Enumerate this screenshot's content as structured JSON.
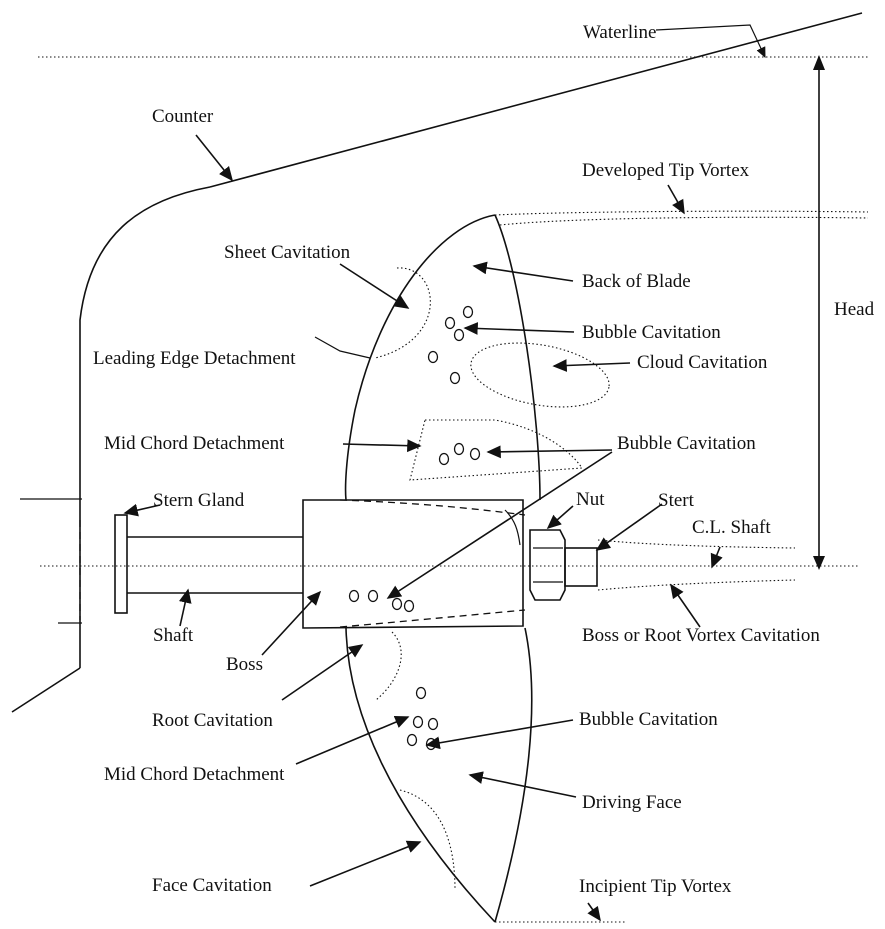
{
  "labels": {
    "waterline": "Waterline",
    "counter": "Counter",
    "developed_tip_vortex": "Developed Tip Vortex",
    "sheet_cavitation": "Sheet Cavitation",
    "back_of_blade": "Back of Blade",
    "head": "Head",
    "bubble_cavitation_upper": "Bubble Cavitation",
    "leading_edge_detachment": "Leading Edge Detachment",
    "cloud_cavitation": "Cloud Cavitation",
    "mid_chord_detachment_upper": "Mid Chord Detachment",
    "bubble_cavitation_mid": "Bubble Cavitation",
    "stern_gland": "Stern Gland",
    "nut": "Nut",
    "stert": "Stert",
    "cl_shaft": "C.L. Shaft",
    "shaft": "Shaft",
    "boss": "Boss",
    "boss_root_vortex": "Boss or Root Vortex Cavitation",
    "root_cavitation": "Root Cavitation",
    "bubble_cavitation_lower": "Bubble Cavitation",
    "mid_chord_detachment_lower": "Mid Chord Detachment",
    "driving_face": "Driving Face",
    "incipient_tip_vortex": "Incipient Tip Vortex",
    "face_cavitation": "Face Cavitation"
  }
}
